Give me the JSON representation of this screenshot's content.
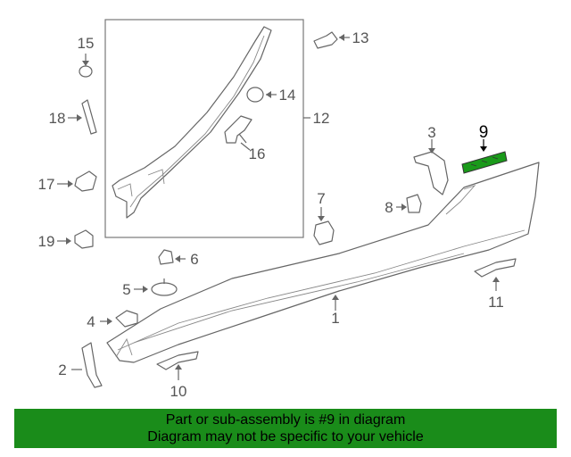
{
  "callouts": [
    {
      "id": "1",
      "text": "1"
    },
    {
      "id": "2",
      "text": "2"
    },
    {
      "id": "3",
      "text": "3"
    },
    {
      "id": "4",
      "text": "4"
    },
    {
      "id": "5",
      "text": "5"
    },
    {
      "id": "6",
      "text": "6"
    },
    {
      "id": "7",
      "text": "7"
    },
    {
      "id": "8",
      "text": "8"
    },
    {
      "id": "9",
      "text": "9"
    },
    {
      "id": "10",
      "text": "10"
    },
    {
      "id": "11",
      "text": "11"
    },
    {
      "id": "12",
      "text": "12"
    },
    {
      "id": "13",
      "text": "13"
    },
    {
      "id": "14",
      "text": "14"
    },
    {
      "id": "15",
      "text": "15"
    },
    {
      "id": "16",
      "text": "16"
    },
    {
      "id": "17",
      "text": "17"
    },
    {
      "id": "18",
      "text": "18"
    },
    {
      "id": "19",
      "text": "19"
    }
  ],
  "highlight": {
    "part": "9",
    "color": "#1a9a1a"
  },
  "banner": {
    "line1": "Part or sub-assembly is #9 in diagram",
    "line2": "Diagram may not be specific to your vehicle",
    "color": "#1a8c1a"
  }
}
